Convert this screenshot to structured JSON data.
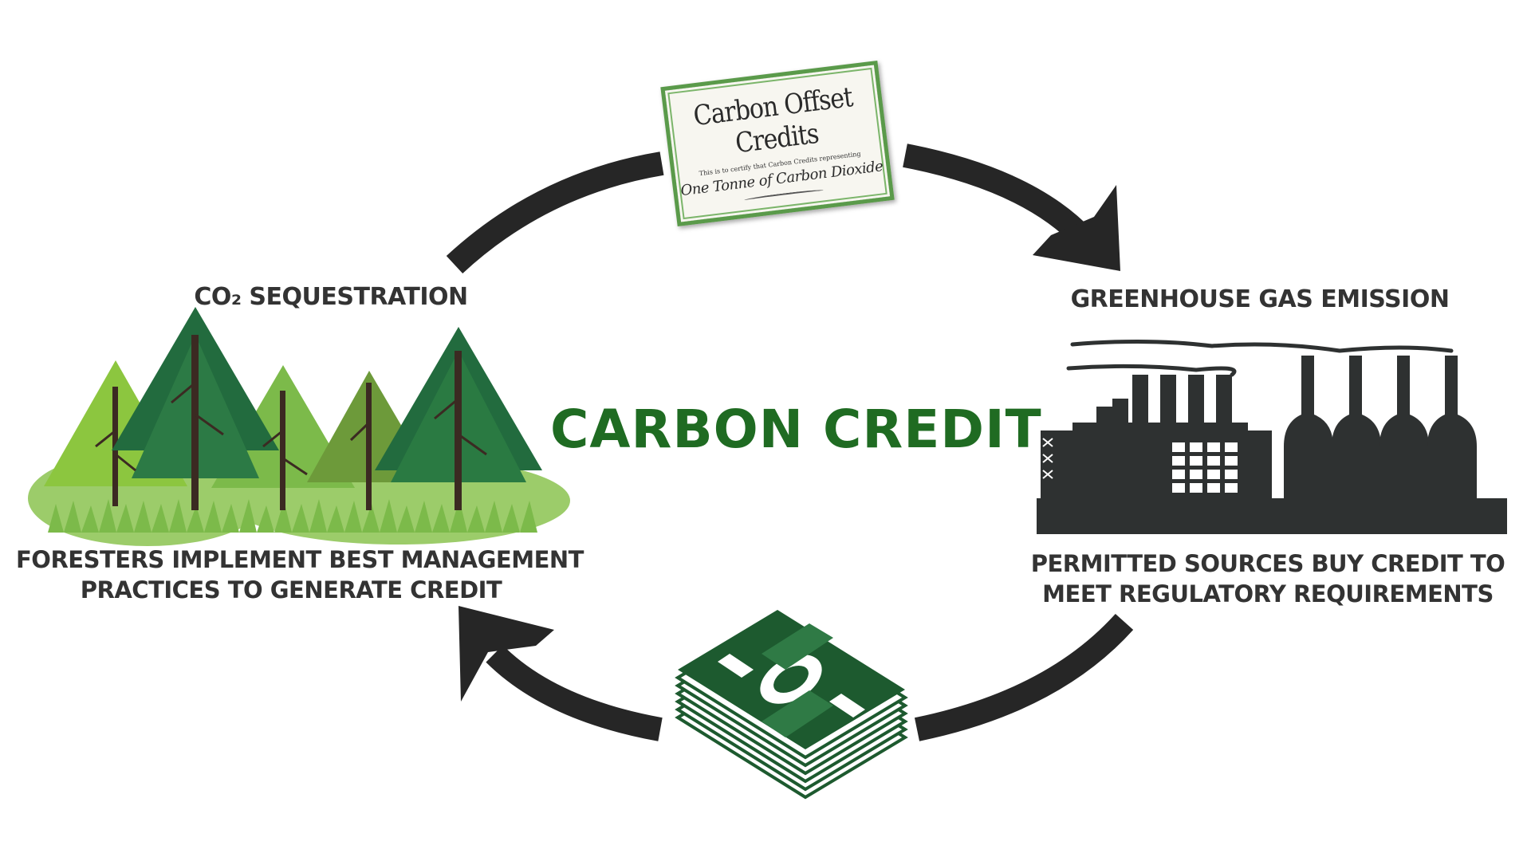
{
  "title": "CARBON CREDIT",
  "left": {
    "title": "CO₂ SEQUESTRATION",
    "caption_line1": "FORESTERS IMPLEMENT BEST MANAGEMENT",
    "caption_line2": "PRACTICES TO GENERATE CREDIT"
  },
  "right": {
    "title": "GREENHOUSE GAS EMISSION",
    "caption_line1": "PERMITTED SOURCES BUY CREDIT TO",
    "caption_line2": "MEET REGULATORY REQUIREMENTS"
  },
  "certificate": {
    "title": "Carbon Offset Credits",
    "fine_print": "This is to certify that Carbon Credits representing",
    "subtitle": "One Tonne of Carbon Dioxide"
  },
  "icons": {
    "top": "certificate-icon",
    "bottom": "cash-stack-icon",
    "left": "forest-icon",
    "right": "factory-icon"
  },
  "colors": {
    "title": "#1f6b22",
    "arrow": "#262626",
    "factory": "#2e3131",
    "cash": "#1d5a2f",
    "tree_dark": "#226b3e",
    "tree_light": "#7cba4a",
    "text": "#333333"
  }
}
